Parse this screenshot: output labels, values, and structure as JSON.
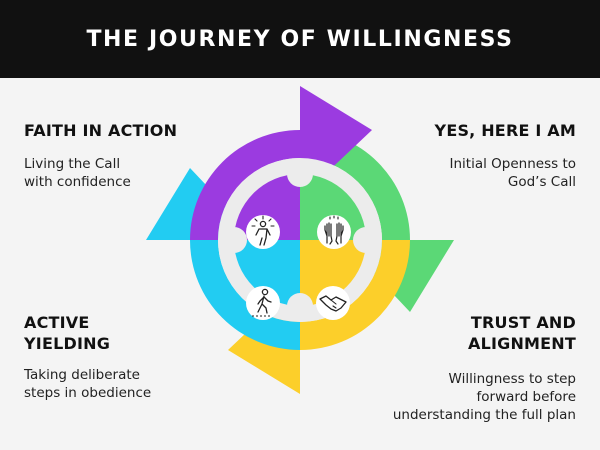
{
  "header": {
    "title": "THE JOURNEY OF WILLINGNESS"
  },
  "stages": {
    "faith_in_action": {
      "title": [
        "FAITH IN ACTION"
      ],
      "desc": [
        "Living the Call",
        "with confidence"
      ],
      "color": "#9b3be0",
      "icon": "radiant-person-icon"
    },
    "yes_here_i_am": {
      "title": [
        "YES, HERE I AM"
      ],
      "desc": [
        "Initial Openness to",
        "God’s Call"
      ],
      "color": "#5bd876",
      "icon": "raised-hands-icon"
    },
    "trust_and_alignment": {
      "title": [
        "TRUST AND",
        "ALIGNMENT"
      ],
      "desc": [
        "Willingness to step",
        "forward before",
        "understanding the full plan"
      ],
      "color": "#fccf2a",
      "icon": "handshake-icon"
    },
    "active_yielding": {
      "title": [
        "ACTIVE",
        "YIELDING"
      ],
      "desc": [
        "Taking deliberate",
        "steps in obedience"
      ],
      "color": "#22ccf2",
      "icon": "walking-person-icon"
    }
  },
  "colors": {
    "background": "#f4f4f4",
    "header": "#111111",
    "ring": "#ececec"
  }
}
